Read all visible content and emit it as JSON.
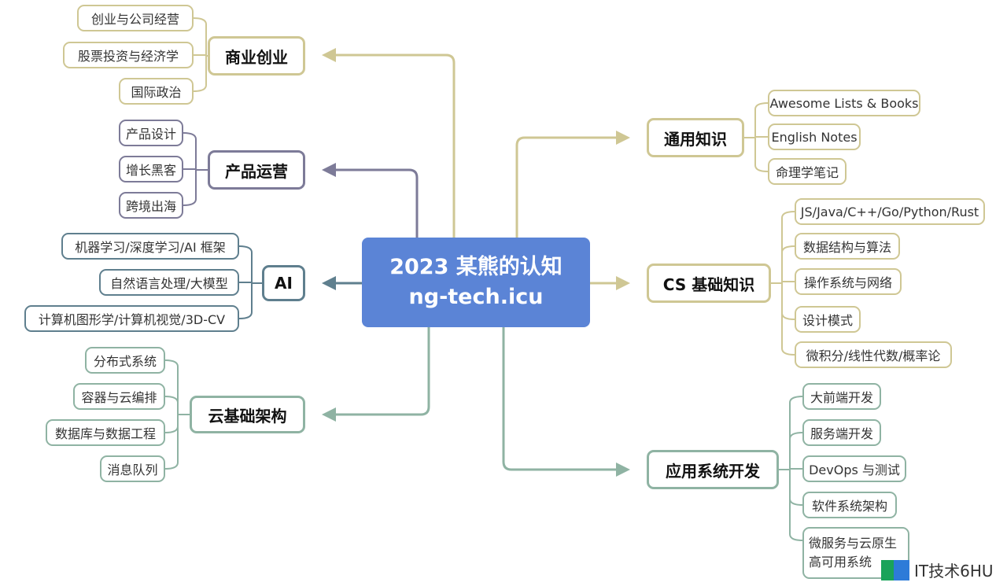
{
  "center": {
    "line1": "2023 某熊的认知",
    "line2": "ng-tech.icu"
  },
  "branches": {
    "business": {
      "label": "商业创业",
      "color": "#cfc794",
      "items": [
        "创业与公司经营",
        "股票投资与经济学",
        "国际政治"
      ]
    },
    "product": {
      "label": "产品运营",
      "color": "#7d7b98",
      "items": [
        "产品设计",
        "增长黑客",
        "跨境出海"
      ]
    },
    "ai": {
      "label": "AI",
      "color": "#5f7f8e",
      "items": [
        "机器学习/深度学习/AI 框架",
        "自然语言处理/大模型",
        "计算机图形学/计算机视觉/3D-CV"
      ]
    },
    "cloud": {
      "label": "云基础架构",
      "color": "#8fb3a3",
      "items": [
        "分布式系统",
        "容器与云编排",
        "数据库与数据工程",
        "消息队列"
      ]
    },
    "general": {
      "label": "通用知识",
      "color": "#cfc794",
      "items": [
        "Awesome Lists & Books",
        "English Notes",
        "命理学笔记"
      ]
    },
    "cs": {
      "label": "CS 基础知识",
      "color": "#cfc794",
      "items": [
        "JS/Java/C++/Go/Python/Rust",
        "数据结构与算法",
        "操作系统与网络",
        "设计模式",
        "微积分/线性代数/概率论"
      ]
    },
    "app": {
      "label": "应用系统开发",
      "color": "#8fb3a3",
      "items": [
        "大前端开发",
        "服务端开发",
        "DevOps 与测试",
        "软件系统架构",
        "微服务与云原生\n高可用系统"
      ]
    }
  },
  "watermark": "IT技术6HU"
}
